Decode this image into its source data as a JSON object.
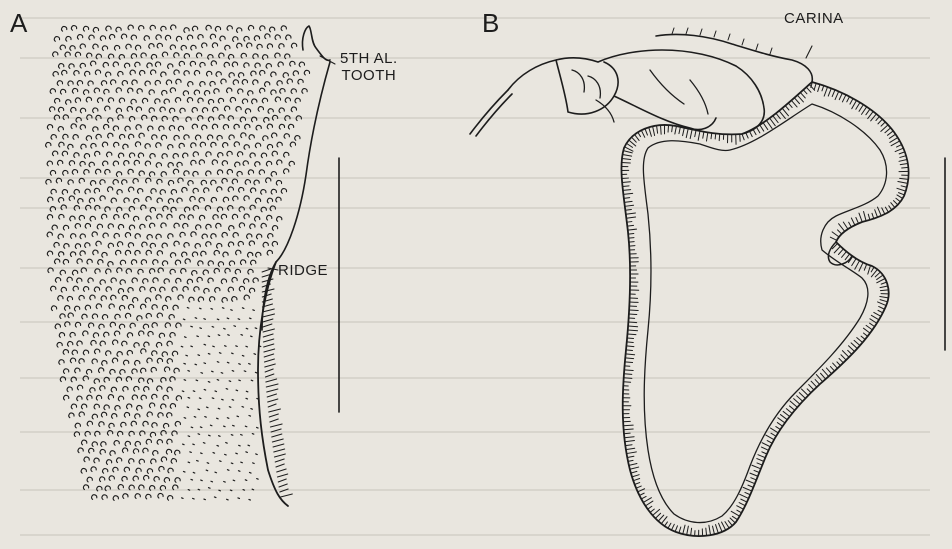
{
  "panel_a": {
    "letter": "A",
    "callout_tooth_line1": "5TH AL.",
    "callout_tooth_line2": "TOOTH",
    "callout_ridge": "RIDGE"
  },
  "panel_b": {
    "letter": "B",
    "callout_carina": "CARINA"
  },
  "colors": {
    "ink": "#1d1d1d",
    "paper": "#e9e6df"
  }
}
